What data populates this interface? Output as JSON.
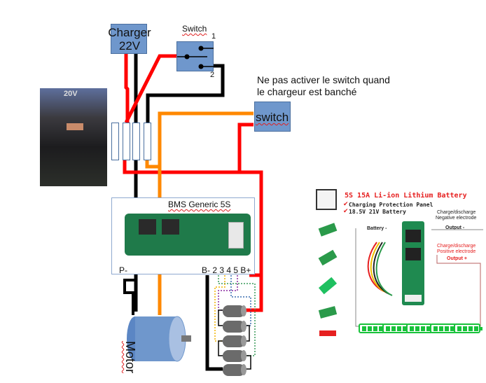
{
  "charger": {
    "label_line1": "Charger",
    "label_line2": "22V"
  },
  "top_switch": {
    "title": "Switch",
    "pin1": "1",
    "pin2": "2"
  },
  "note": {
    "line1": "Ne pas activer le switch quand",
    "line2": "le chargeur est banché"
  },
  "side_switch": {
    "label": "switch"
  },
  "battery_photo": {
    "label": "20V"
  },
  "bms": {
    "title": "BMS Generic 5S",
    "pin_p_minus": "P-",
    "pin_labels": "B- 2 3 4 5 B+"
  },
  "motor": {
    "label": "Motor"
  },
  "product": {
    "title": "5S 15A Li-ion Lithium Battery",
    "line1": "Charging Protection Panel",
    "line2": "18.5V 21V Battery",
    "battery_minus": "Battery -",
    "neg_label_1": "Charge/discharge",
    "neg_label_2": "Negative electrode",
    "output_minus": "Output -",
    "pos_label_1": "Charge/discharge",
    "pos_label_2": "Positive electrode",
    "output_plus": "Output +"
  },
  "colors": {
    "wire_red": "#ff0000",
    "wire_black": "#000000",
    "wire_orange": "#ff8800",
    "box_blue": "#6f97cc",
    "cell_green": "#18c23a"
  }
}
